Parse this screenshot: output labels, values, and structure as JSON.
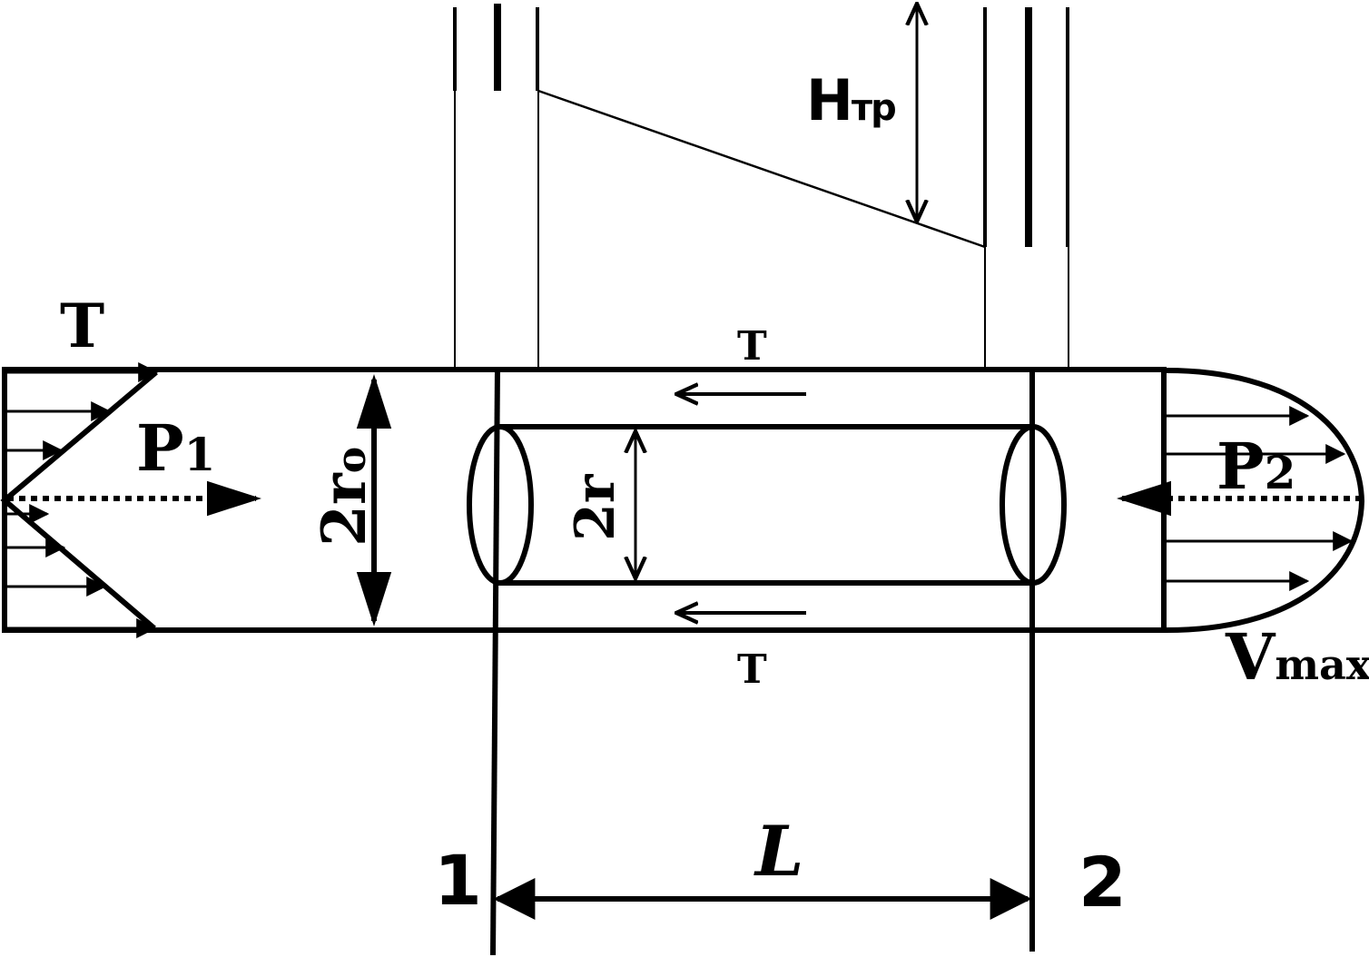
{
  "labels": {
    "head_loss": "H",
    "head_loss_sub": "тр",
    "shear_top_left": "T",
    "shear_inner_top": "T",
    "shear_inner_bottom": "T",
    "pressure_1": "P",
    "pressure_1_sub": "1",
    "pressure_2": "P",
    "pressure_2_sub": "2",
    "pipe_diameter": "2r",
    "pipe_diameter_sub": "o",
    "cylinder_diameter": "2r",
    "velocity_max": "V",
    "velocity_max_sub": "max",
    "length": "L",
    "section_1": "1",
    "section_2": "2"
  },
  "colors": {
    "ink": "#000000",
    "background": "#ffffff"
  }
}
